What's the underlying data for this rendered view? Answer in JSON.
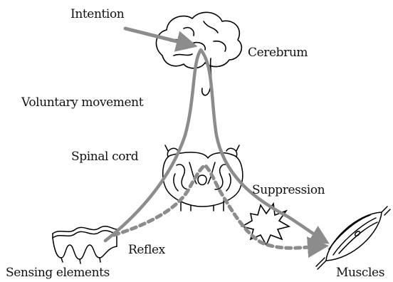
{
  "labels": {
    "intention": "Intention",
    "cerebrum": "Cerebrum",
    "voluntary_movement": "Voluntary movement",
    "spinal_cord": "Spinal cord",
    "suppression": "Suppression",
    "reflex": "Reflex",
    "sensing_elements": "Sensing elements",
    "muscles": "Muscles"
  },
  "colors": {
    "pathway": "#8c8c8c",
    "outline": "#000000",
    "background": "#ffffff"
  }
}
